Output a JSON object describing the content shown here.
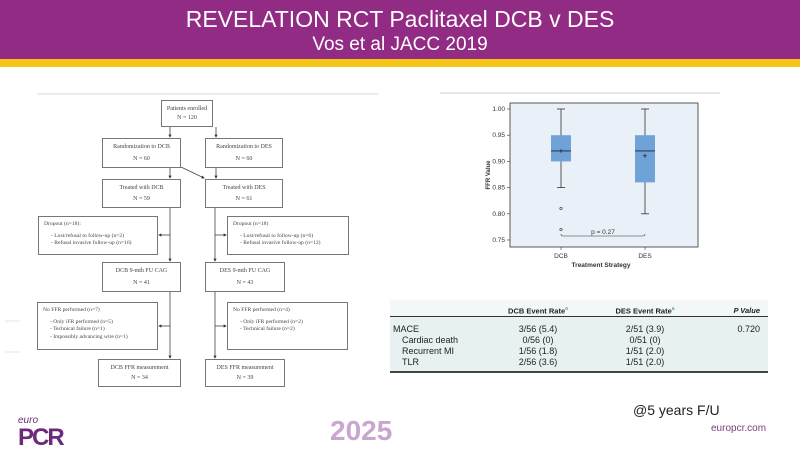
{
  "header": {
    "title": "REVELATION RCT Paclitaxel DCB v DES",
    "subtitle": "Vos et al JACC 2019"
  },
  "flowchart": {
    "enrolled": {
      "label": "Patients enrolled",
      "n": "N = 120"
    },
    "rand_dcb": {
      "label": "Randomization to DCB",
      "n": "N = 60"
    },
    "rand_des": {
      "label": "Randomization to DES",
      "n": "N = 60"
    },
    "treat_dcb": {
      "label": "Treated with DCB",
      "n": "N = 59"
    },
    "treat_des": {
      "label": "Treated with DES",
      "n": "N = 61"
    },
    "drop_dcb": {
      "title": "Dropout (n=18):",
      "items": [
        "- Lost/refusal to follow-up (n=2)",
        "- Refusal invasive follow-up (n=16)"
      ]
    },
    "drop_des": {
      "title": "Dropout (n=18)",
      "items": [
        "- Lost/refusal to follow-up (n=6)",
        "- Refusal invasive follow-up (n=12)"
      ]
    },
    "cag_dcb": {
      "label": "DCB 9-mth FU CAG",
      "n": "N = 41"
    },
    "cag_des": {
      "label": "DES 9-mth FU CAG",
      "n": "N = 43"
    },
    "noffr_dcb": {
      "title": "No FFR performed (n=7)",
      "items": [
        "- Only iFR performed (n=5)",
        "- Technical failure (n=1)",
        "- Impossibly advancing wire (n=1)"
      ]
    },
    "noffr_des": {
      "title": "No FFR performed (n=4)",
      "items": [
        "- Only iFR performed (n=2)",
        "- Technical failure (n=2)"
      ]
    },
    "ffr_dcb": {
      "label": "DCB FFR measurement",
      "n": "N = 34"
    },
    "ffr_des": {
      "label": "DES FFR measurement",
      "n": "N = 39"
    }
  },
  "chart_data": {
    "type": "box",
    "xlabel": "Treatment Strategy",
    "ylabel": "FFR Value",
    "ylim": [
      0.74,
      1.01
    ],
    "yticks": [
      "0.75",
      "0.80",
      "0.85",
      "0.90",
      "0.95",
      "1.00"
    ],
    "categories": [
      "DCB",
      "DES"
    ],
    "series": [
      {
        "name": "DCB",
        "min": 0.85,
        "q1": 0.9,
        "median": 0.92,
        "q3": 0.95,
        "max": 1.0,
        "mean": 0.92,
        "outliers": [
          0.81,
          0.77
        ]
      },
      {
        "name": "DES",
        "min": 0.8,
        "q1": 0.86,
        "median": 0.92,
        "q3": 0.95,
        "max": 1.0,
        "mean": 0.91,
        "outliers": []
      }
    ],
    "annotation": "p = 0.27",
    "colors": {
      "box": "#6fa3d8",
      "bg": "#eaf0f8"
    }
  },
  "table": {
    "headers": [
      "",
      "DCB Event Rate",
      "DES Event Rate",
      "P Value"
    ],
    "footnote_mark": "a",
    "rows": [
      {
        "label": "MACE",
        "dcb": "3/56 (5.4)",
        "des": "2/51 (3.9)",
        "p": "0.720"
      },
      {
        "label": "Cardiac death",
        "dcb": "0/56 (0)",
        "des": "0/51 (0)",
        "p": ""
      },
      {
        "label": "Recurrent MI",
        "dcb": "1/56 (1.8)",
        "des": "1/51 (2.0)",
        "p": ""
      },
      {
        "label": "TLR",
        "dcb": "2/56 (3.6)",
        "des": "1/51 (2.0)",
        "p": ""
      }
    ]
  },
  "footer": {
    "note": "@5 years F/U",
    "site": "europcr.com",
    "year": "2025",
    "logo_top": "euro",
    "logo_main": "PCR"
  }
}
